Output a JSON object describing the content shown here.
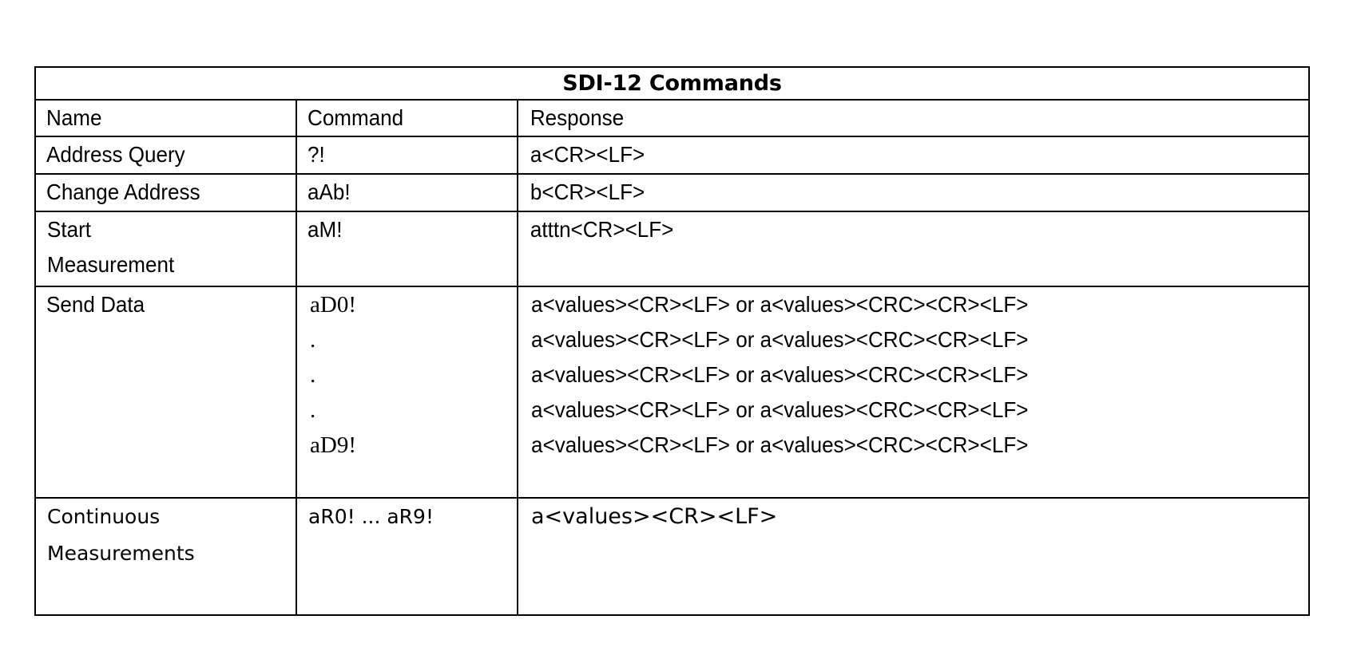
{
  "table": {
    "title": "SDI-12 Commands",
    "headers": {
      "name": "Name",
      "command": "Command",
      "response": "Response"
    },
    "rows": [
      {
        "name_lines": [
          "Address Query"
        ],
        "command_lines": [
          "?!"
        ],
        "response_lines": [
          "a<CR><LF>"
        ]
      },
      {
        "name_lines": [
          "Change Address"
        ],
        "command_lines": [
          "aAb!"
        ],
        "response_lines": [
          "b<CR><LF>"
        ]
      },
      {
        "name_lines": [
          "Start",
          "Measurement"
        ],
        "command_lines": [
          "aM!"
        ],
        "response_lines": [
          "atttn<CR><LF>"
        ]
      },
      {
        "name_lines": [
          "Send Data"
        ],
        "command_lines": [
          "aD0!",
          ".",
          ".",
          ".",
          "aD9!"
        ],
        "response_lines": [
          "a<values><CR><LF> or a<values><CRC><CR><LF>",
          "a<values><CR><LF> or a<values><CRC><CR><LF>",
          "a<values><CR><LF> or a<values><CRC><CR><LF>",
          "a<values><CR><LF> or a<values><CRC><CR><LF>",
          "a<values><CR><LF> or a<values><CRC><CR><LF>"
        ]
      },
      {
        "name_lines": [
          "Continuous",
          "Measurements"
        ],
        "command_lines": [
          "aR0! ... aR9!"
        ],
        "response_lines": [
          "a<values><CR><LF>"
        ]
      }
    ]
  }
}
